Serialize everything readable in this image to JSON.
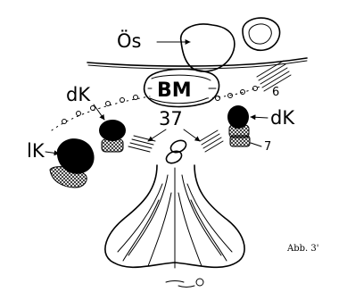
{
  "labels": {
    "oesophagus": "Ös",
    "basal_membrane": "BM",
    "number_37": "37",
    "dk_left": "dK",
    "dk_right": "dK",
    "lk": "lK",
    "number_6": "6",
    "number_7": "7"
  },
  "caption": "Abb. 3'"
}
